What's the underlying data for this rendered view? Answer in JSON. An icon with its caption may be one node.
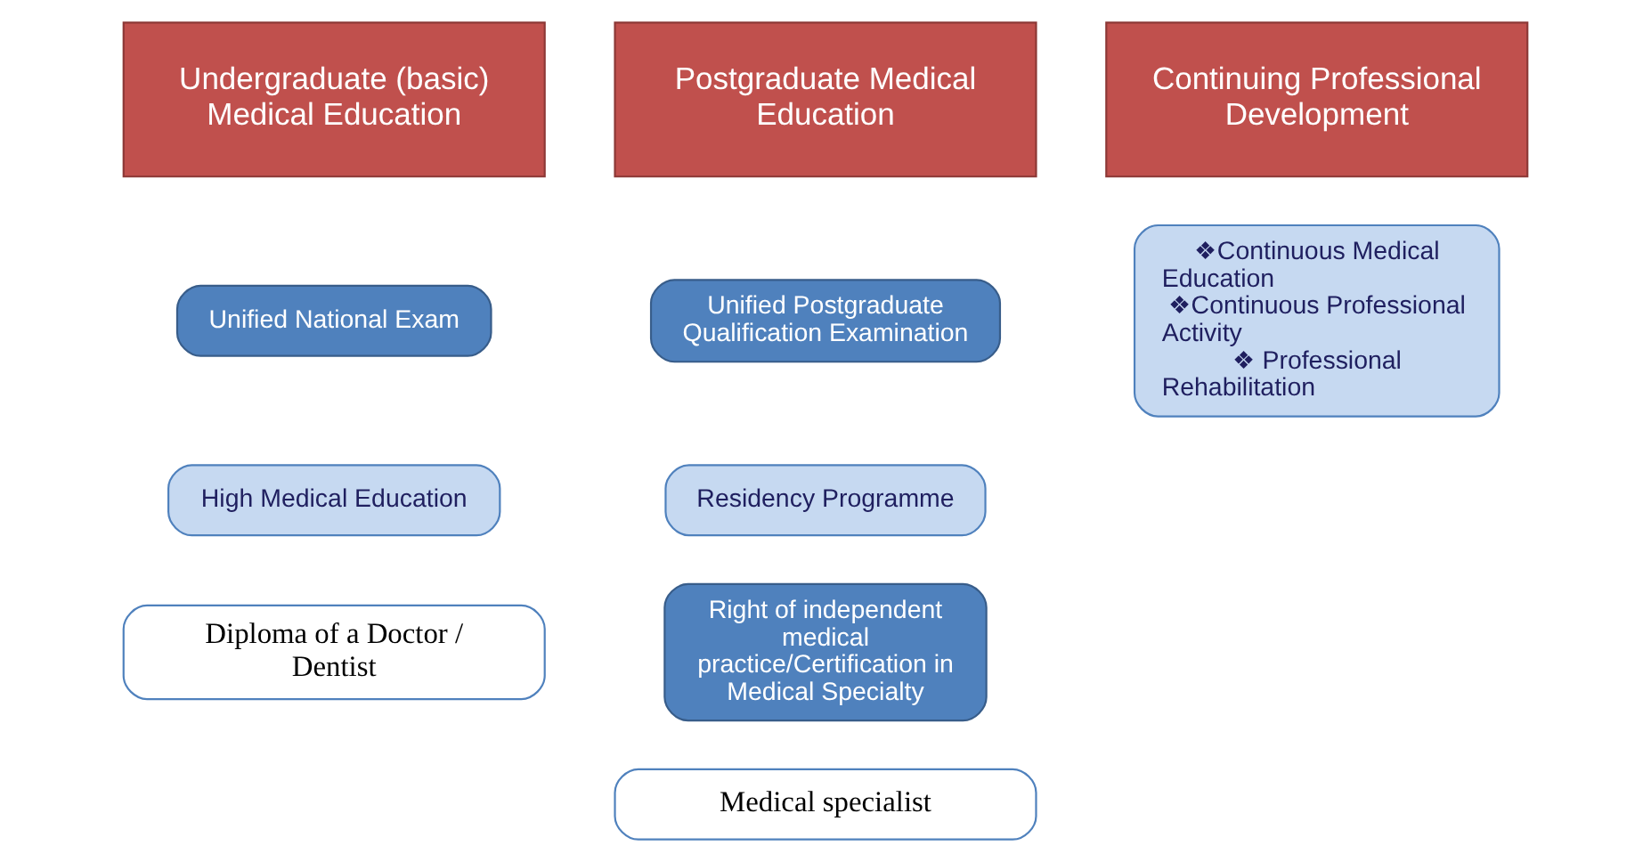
{
  "diagram": {
    "nodes": [
      {
        "text": [
          "Undergraduate (basic) Medical Education"
        ]
      },
      {
        "text": [
          "Postgraduate Medical Education"
        ]
      },
      {
        "text": [
          "Continuing Professional Development"
        ]
      },
      {
        "text": [
          "Unified National Exam"
        ]
      },
      {
        "text": [
          "Unified Postgraduate Qualification Examination"
        ]
      },
      {
        "text": [
          "❖Continuous Medical Education",
          "❖Continuous Professional Activity",
          "❖ Professional Rehabilitation"
        ]
      },
      {
        "text": [
          "High Medical Education"
        ]
      },
      {
        "text": [
          "Residency Programme"
        ]
      },
      {
        "text": [
          "Right of independent medical practice/Certification in Medical Specialty"
        ]
      },
      {
        "text": [
          "Diploma of a Doctor / Dentist"
        ]
      },
      {
        "text": [
          "Medical specialist"
        ]
      }
    ]
  }
}
